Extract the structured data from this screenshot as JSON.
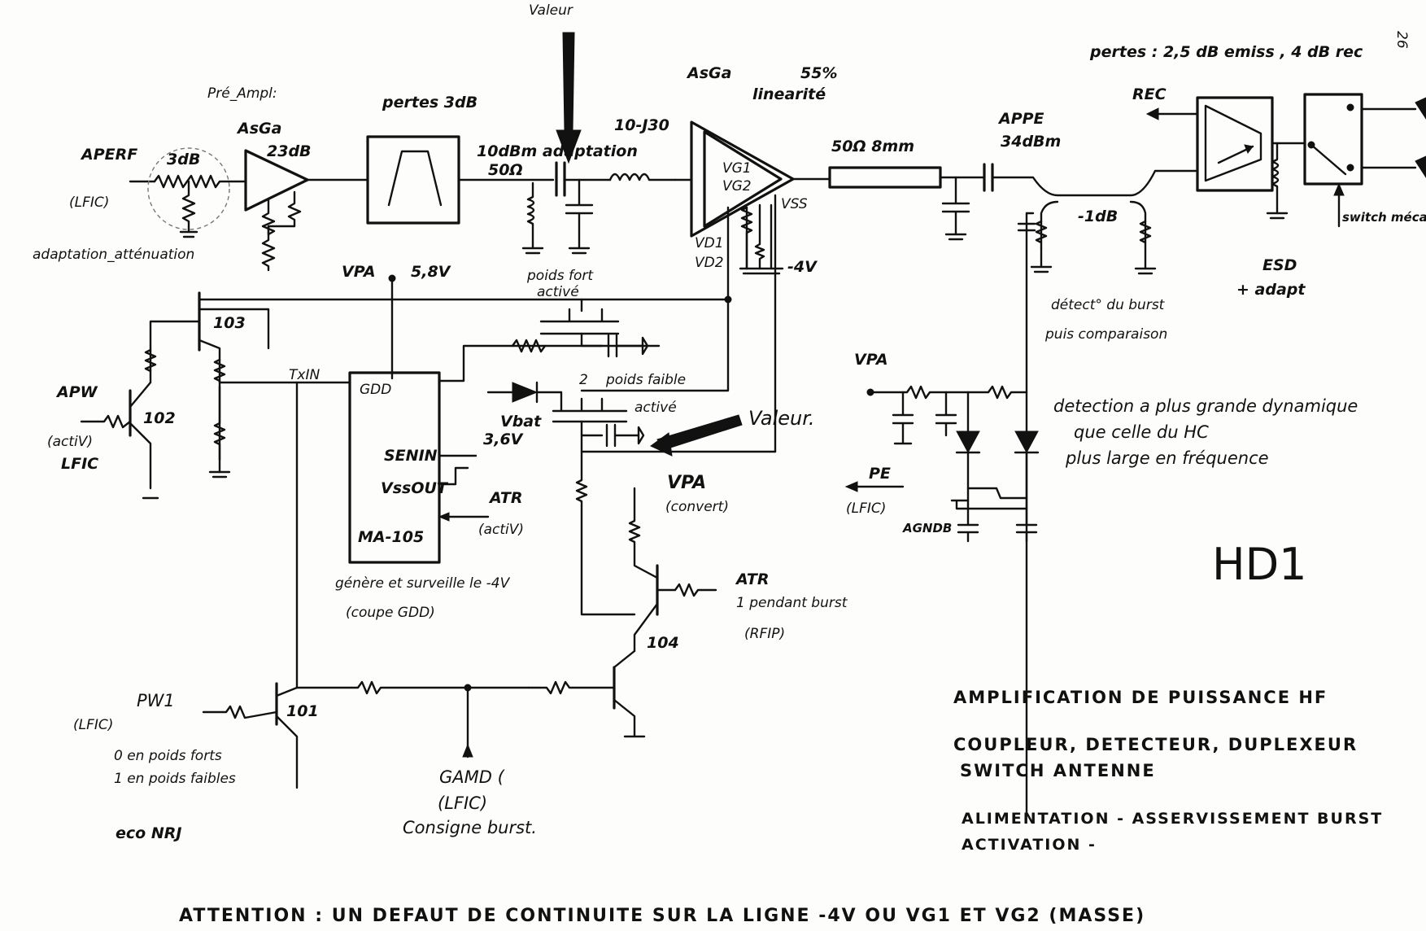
{
  "page_number": "26",
  "sheet_id": "HD1",
  "labels": {
    "pertes_top": "pertes : 2,5 dB emiss , 4 dB rec",
    "valeur_top": "Valeur",
    "preampl": "Pré_Ampl:",
    "asga_pre": "AsGa",
    "gain_23": "23dB",
    "aperf": "APERF",
    "att_3db": "3dB",
    "lfic_1": "(LFIC)",
    "adaptation_att": "adaptation_atténuation",
    "pertes_3db": "pertes 3dB",
    "dbm_50": "10dBm adaptation",
    "ohm50": "50Ω",
    "range_10_30": "10-J30",
    "asga_pa": "AsGa",
    "pct_55": "55%",
    "linearite": "linearité",
    "vg1": "VG1",
    "vg2": "VG2",
    "vss": "VSS",
    "vd1": "VD1",
    "vd2": "VD2",
    "minus4v": "-4V",
    "line_50": "50Ω 8mm",
    "appe": "APPE",
    "dbm_34": "34dBm",
    "rec": "REC",
    "coupler_1db": "-1dB",
    "detect": "détect° du burst",
    "puis_comp": "puis comparaison",
    "esd": "ESD",
    "adapt": "+ adapt",
    "switch_meca": "switch méca (bascule Combo)",
    "vpa_1": "VPA",
    "v58": "5,8V",
    "poids_fort": "poids fort",
    "active_1": "activé",
    "t103": "103",
    "txin": "TxIN",
    "gdd": "GDD",
    "apw": "APW",
    "t102": "102",
    "activ": "(actiV)",
    "lfic_2": "LFIC",
    "num_2": "2",
    "poids_faible": "poids faible",
    "active_2": "activé",
    "vbat": "Vbat",
    "v36": "3,6V",
    "valeur_2": "Valeur.",
    "senin": "SENIN",
    "vssout": "VssOUT",
    "ma105": "MA-105",
    "atr_1": "ATR",
    "activ_2": "(actiV)",
    "genere": "génère et surveille le -4V",
    "coupe_gdd": "(coupe GDD)",
    "vpa_2": "VPA",
    "convert": "(convert)",
    "atr_2": "ATR",
    "pendant": "1 pendant burst",
    "rfip": "(RFIP)",
    "t104": "104",
    "pw1": "PW1",
    "lfic_3": "(LFIC)",
    "t101": "101",
    "poids_fort_0": "0 en poids forts",
    "poids_faible_1": "1 en poids faibles",
    "eco": "eco NRJ",
    "gamd": "GAMD (",
    "lfic_4": "(LFIC)",
    "consigne": "Consigne burst.",
    "vpa_3": "VPA",
    "detection_1": "detection a plus grande dynamique",
    "detection_2": "que celle du HC",
    "detection_3": "plus large en fréquence",
    "pe": "PE",
    "lfic_5": "(LFIC)",
    "agnd": "AGNDB"
  },
  "notes": {
    "title": "AMPLIFICATION DE PUISSANCE HF",
    "line2": "COUPLEUR, DETECTEUR, DUPLEXEUR",
    "line3": "SWITCH ANTENNE",
    "line4": "ALIMENTATION - ASSERVISSEMENT BURST",
    "line5": "ACTIVATION -",
    "attention": "ATTENTION : UN DEFAUT DE CONTINUITE SUR LA LIGNE -4V OU VG1 ET VG2 (MASSE)"
  }
}
